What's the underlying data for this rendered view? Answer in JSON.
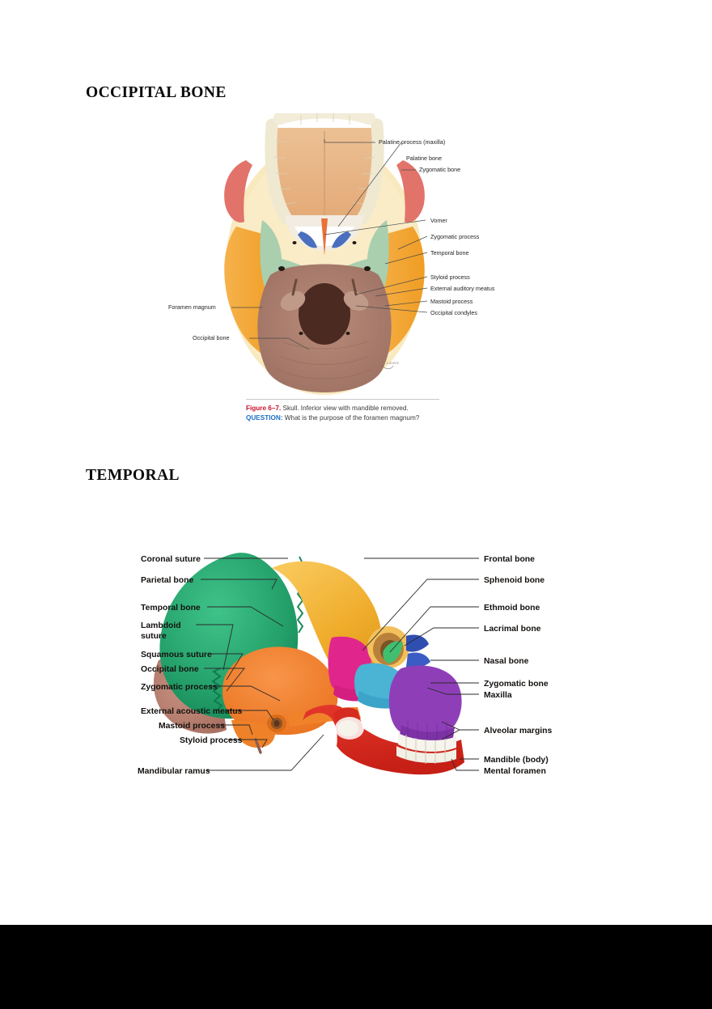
{
  "document": {
    "background_color": "#ffffff",
    "bottom_band_color": "#000000"
  },
  "sections": [
    {
      "id": "occipital",
      "heading": "OCCIPITAL BONE"
    },
    {
      "id": "temporal",
      "heading": "TEMPORAL"
    }
  ],
  "figure_one": {
    "title": "Skull, inferior view with mandible removed",
    "caption": {
      "figure_number": "Figure 6–7.",
      "figure_number_color": "#c8102e",
      "description": "Skull. Inferior view with mandible removed.",
      "question_label": "QUESTION:",
      "question_label_color": "#1c6fc4",
      "question_text": "What is the purpose of the foramen magnum?"
    },
    "labels_right": [
      "Palatine process (maxilla)",
      "Palatine bone",
      "Zygomatic bone",
      "Vomer",
      "Zygomatic process",
      "Temporal bone",
      "Styloid process",
      "External auditory meatus",
      "Mastoid process",
      "Occipital condyles"
    ],
    "labels_left": [
      "Foramen magnum",
      "Occipital bone"
    ],
    "colors": {
      "maxilla_palate": "#e9b887",
      "teeth": "#f3efdc",
      "palatine_bone": "#f0e9de",
      "vomer": "#e8713a",
      "zygomatic_bone": "#e2736a",
      "temporal_bone": "#f2a83b",
      "sphenoid_green": "#a9cfae",
      "occipital_bone": "#a6796a",
      "foramen_magnum": "#4a2a21",
      "pale_yellow": "#f5e08f"
    }
  },
  "figure_two": {
    "title": "Skull, lateral view",
    "labels_left": [
      "Coronal suture",
      "Parietal bone",
      "Temporal bone",
      "Lambdoid",
      "suture",
      "Squamous suture",
      "Occipital bone",
      "Zygomatic process",
      "External acoustic meatus",
      "Mastoid process",
      "Styloid process",
      "Mandibular ramus"
    ],
    "labels_right": [
      "Frontal bone",
      "Sphenoid bone",
      "Ethmoid bone",
      "Lacrimal bone",
      "Nasal bone",
      "Zygomatic bone",
      "Maxilla",
      "Alveolar margins",
      "Mandible (body)",
      "Mental foramen"
    ],
    "colors": {
      "parietal": "#2aa46a",
      "frontal": "#f2b233",
      "temporal": "#f07d27",
      "sphenoid": "#e0268c",
      "ethmoid": "#3fbf6f",
      "lacrimal": "#2f4fb0",
      "nasal": "#2f4fb0",
      "zygomatic": "#4bb3d4",
      "maxilla": "#8e3fb8",
      "mandible": "#d9261c",
      "occipital": "#b9806b",
      "teeth": "#f4f2ea"
    }
  }
}
